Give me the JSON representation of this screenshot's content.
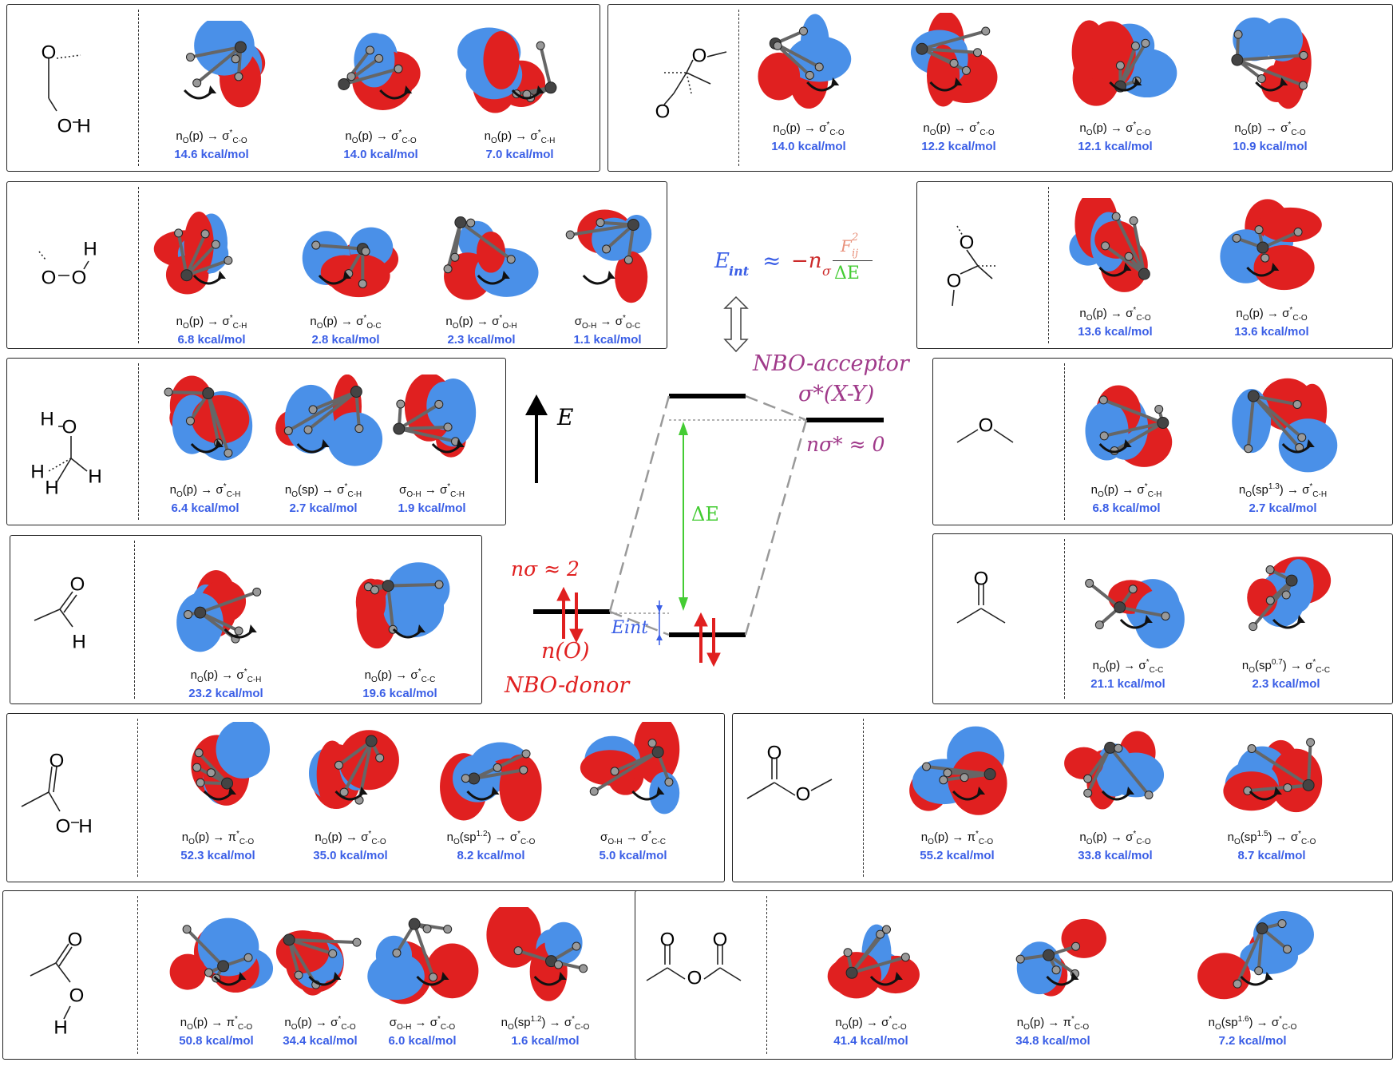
{
  "energy_axis_label": "E",
  "formula": {
    "lhs": "E",
    "lhs_sub": "int",
    "approx": "≈",
    "minus_n": "−n",
    "n_sub": "σ",
    "numerator": "F",
    "num_sup": "2",
    "num_sub": "ij",
    "denominator": "ΔE"
  },
  "equivalence_symbol": "⇕",
  "acceptor": {
    "line1": "NBO-acceptor",
    "line2": "σ*(X-Y)",
    "occupancy": "nσ* ≈ 0"
  },
  "donor": {
    "occupancy": "nσ ≈ 2",
    "orbital": "n(O)",
    "label": "NBO-donor"
  },
  "delta_e": "ΔE",
  "e_int": "Eint",
  "colors": {
    "red_lobe": "#e02020",
    "blue_lobe": "#4a90e8",
    "energy_text": "#3a5ee6",
    "acceptor_text": "#a03a8a",
    "donor_text": "#e02020",
    "gap_green": "#44cc33"
  },
  "panels": [
    {
      "id": "methanediol",
      "items": [
        {
          "label": "nO(p) → σ*C-O",
          "energy": "14.6 kcal/mol"
        },
        {
          "label": "nO(p) → σ*C-O",
          "energy": "14.0 kcal/mol"
        },
        {
          "label": "nO(p) → σ*C-H",
          "energy": "7.0 kcal/mol"
        }
      ]
    },
    {
      "id": "dimethoxypropane",
      "items": [
        {
          "label": "nO(p) → σ*C-O",
          "energy": "14.0 kcal/mol"
        },
        {
          "label": "nO(p) → σ*C-O",
          "energy": "12.2 kcal/mol"
        },
        {
          "label": "nO(p) → σ*C-O",
          "energy": "12.1 kcal/mol"
        },
        {
          "label": "nO(p) → σ*C-O",
          "energy": "10.9 kcal/mol"
        }
      ]
    },
    {
      "id": "hydroperoxide",
      "items": [
        {
          "label": "nO(p) → σ*C-H",
          "energy": "6.8 kcal/mol"
        },
        {
          "label": "nO(p) → σ*O-C",
          "energy": "2.8 kcal/mol"
        },
        {
          "label": "nO(p) → σ*O-H",
          "energy": "2.3 kcal/mol"
        },
        {
          "label": "σO-H → σ*O-C",
          "energy": "1.1 kcal/mol"
        }
      ]
    },
    {
      "id": "peroxide",
      "items": [
        {
          "label": "nO(p) → σ*C-O",
          "energy": "13.6 kcal/mol"
        },
        {
          "label": "nO(p) → σ*C-O",
          "energy": "13.6 kcal/mol"
        }
      ]
    },
    {
      "id": "methanol",
      "items": [
        {
          "label": "nO(p) → σ*C-H",
          "energy": "6.4 kcal/mol"
        },
        {
          "label": "nO(sp) → σ*C-H",
          "energy": "2.7 kcal/mol"
        },
        {
          "label": "σO-H → σ*C-H",
          "energy": "1.9 kcal/mol"
        }
      ]
    },
    {
      "id": "ether",
      "items": [
        {
          "label": "nO(p) → σ*C-H",
          "energy": "6.8 kcal/mol"
        },
        {
          "label": "nO(sp1.3) → σ*C-H",
          "energy": "2.7 kcal/mol"
        }
      ]
    },
    {
      "id": "acetaldehyde",
      "items": [
        {
          "label": "nO(p) → σ*C-H",
          "energy": "23.2 kcal/mol"
        },
        {
          "label": "nO(p) → σ*C-C",
          "energy": "19.6 kcal/mol"
        }
      ]
    },
    {
      "id": "acetone",
      "items": [
        {
          "label": "nO(p) → σ*C-C",
          "energy": "21.1 kcal/mol"
        },
        {
          "label": "nO(sp0.7) → σ*C-C",
          "energy": "2.3 kcal/mol"
        }
      ]
    },
    {
      "id": "acetic_acid_1",
      "items": [
        {
          "label": "nO(p) → π*C-O",
          "energy": "52.3 kcal/mol"
        },
        {
          "label": "nO(p) → σ*C-O",
          "energy": "35.0 kcal/mol"
        },
        {
          "label": "nO(sp1.2) → σ*C-O",
          "energy": "8.2 kcal/mol"
        },
        {
          "label": "σO-H → σ*C-C",
          "energy": "5.0 kcal/mol"
        }
      ]
    },
    {
      "id": "methyl_acetate",
      "items": [
        {
          "label": "nO(p) → π*C-O",
          "energy": "55.2 kcal/mol"
        },
        {
          "label": "nO(p) → σ*C-O",
          "energy": "33.8 kcal/mol"
        },
        {
          "label": "nO(sp1.5) → σ*C-O",
          "energy": "8.7 kcal/mol"
        }
      ]
    },
    {
      "id": "acetic_acid_2",
      "items": [
        {
          "label": "nO(p) → π*C-O",
          "energy": "50.8 kcal/mol"
        },
        {
          "label": "nO(p) → σ*C-O",
          "energy": "34.4 kcal/mol"
        },
        {
          "label": "σO-H → σ*C-O",
          "energy": "6.0 kcal/mol"
        },
        {
          "label": "nO(sp1.2) → σ*C-O",
          "energy": "1.6 kcal/mol"
        }
      ]
    },
    {
      "id": "acetic_anhydride",
      "items": [
        {
          "label": "nO(p) → σ*C-O",
          "energy": "41.4 kcal/mol"
        },
        {
          "label": "nO(p) → π*C-O",
          "energy": "34.8 kcal/mol"
        },
        {
          "label": "nO(sp1.6) → σ*C-O",
          "energy": "7.2 kcal/mol"
        }
      ]
    }
  ],
  "structures": {
    "methanediol": {
      "atoms": [
        "O",
        "O",
        "H"
      ]
    },
    "hydroperoxide": {
      "atoms": [
        "H",
        "O",
        "O"
      ]
    },
    "methanol": {
      "atoms": [
        "H",
        "O",
        "H",
        "H",
        "H"
      ]
    },
    "acetaldehyde": {
      "atoms": [
        "O",
        "H"
      ]
    },
    "acetic_acid_1": {
      "atoms": [
        "O",
        "O",
        "H"
      ]
    },
    "acetic_acid_2": {
      "atoms": [
        "O",
        "O",
        "H"
      ]
    },
    "dimethoxypropane": {
      "atoms": [
        "O",
        "O"
      ]
    },
    "peroxide": {
      "atoms": [
        "O",
        "O"
      ]
    },
    "ether": {
      "atoms": [
        "O"
      ]
    },
    "acetone": {
      "atoms": [
        "O"
      ]
    },
    "methyl_acetate": {
      "atoms": [
        "O",
        "O"
      ]
    },
    "acetic_anhydride": {
      "atoms": [
        "O",
        "O",
        "O"
      ]
    }
  }
}
